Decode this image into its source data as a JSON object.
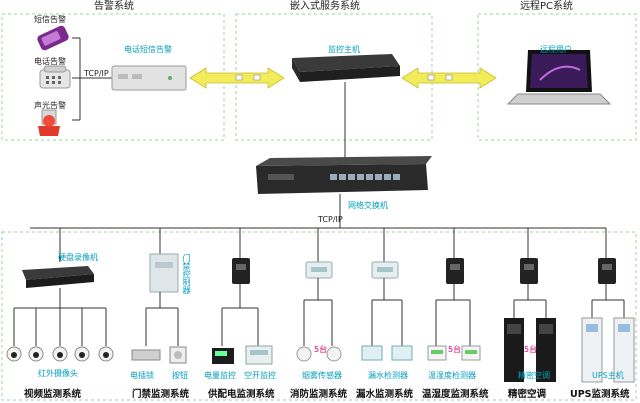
{
  "top_sections": {
    "alarm": "告警系统",
    "embedded": "嵌入式服务系统",
    "remote_pc": "远程PC系统"
  },
  "alarm_items": {
    "sms": "短信告警",
    "phone": "电话告警",
    "sound_light": "声光告警"
  },
  "devices": {
    "phone_sms_alarm": "电话短信告警",
    "monitor_host": "监控主机",
    "remote_user": "远程用户",
    "network_switch": "网络交换机",
    "hdd_recorder": "硬盘录像机",
    "access_controller": "门禁控制器"
  },
  "protocol": {
    "left": "TCP/IP",
    "center": "TCP/IP"
  },
  "sensors": {
    "infrared_camera": "红外摄像头",
    "elec_lock": "电插锁",
    "button": "按钮",
    "power_monitor": "电量监控",
    "switch_monitor": "空开监控",
    "smoke_sensor": "烟雾传感器",
    "leak_detector": "漏水检测器",
    "temp_humidity": "温湿度检测器",
    "precision_ac": "精密空调",
    "ups_host": "UPS主机"
  },
  "quantities": {
    "smoke": "5台",
    "temp": "5台",
    "ac": "5台"
  },
  "subsystems": [
    "视频监测系统",
    "门禁监测系统",
    "供配电监测系统",
    "消防监测系统",
    "漏水监测系统",
    "温湿度监测系统",
    "精密空调",
    "UPS监测系统"
  ]
}
